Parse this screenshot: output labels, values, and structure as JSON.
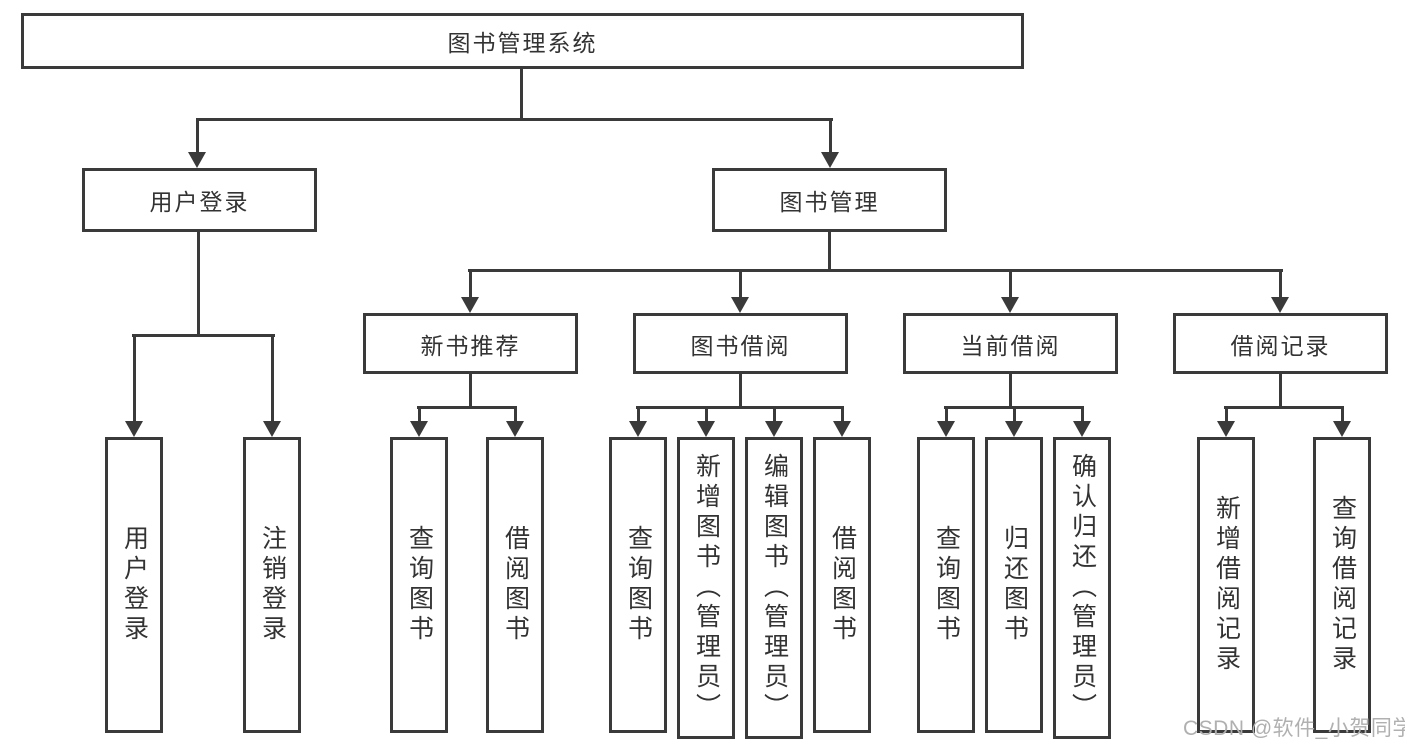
{
  "tree": {
    "label": "图书管理系统",
    "children": [
      {
        "label": "用户登录",
        "children": [
          {
            "label": "用户登录"
          },
          {
            "label": "注销登录"
          }
        ]
      },
      {
        "label": "图书管理",
        "children": [
          {
            "label": "新书推荐",
            "children": [
              {
                "label": "查询图书"
              },
              {
                "label": "借阅图书"
              }
            ]
          },
          {
            "label": "图书借阅",
            "children": [
              {
                "label": "查询图书"
              },
              {
                "label": "新增图书（管理员）"
              },
              {
                "label": "编辑图书（管理员）"
              },
              {
                "label": "借阅图书"
              }
            ]
          },
          {
            "label": "当前借阅",
            "children": [
              {
                "label": "查询图书"
              },
              {
                "label": "归还图书"
              },
              {
                "label": "确认归还（管理员）"
              }
            ]
          },
          {
            "label": "借阅记录",
            "children": [
              {
                "label": "新增借阅记录"
              },
              {
                "label": "查询借阅记录"
              }
            ]
          }
        ]
      }
    ]
  },
  "colors": {
    "line": "#3a3a3a",
    "text": "#333333",
    "background": "#ffffff",
    "watermark": "#b0b0b0"
  },
  "watermark": {
    "text": "CSDN @软件_小贺同学"
  }
}
